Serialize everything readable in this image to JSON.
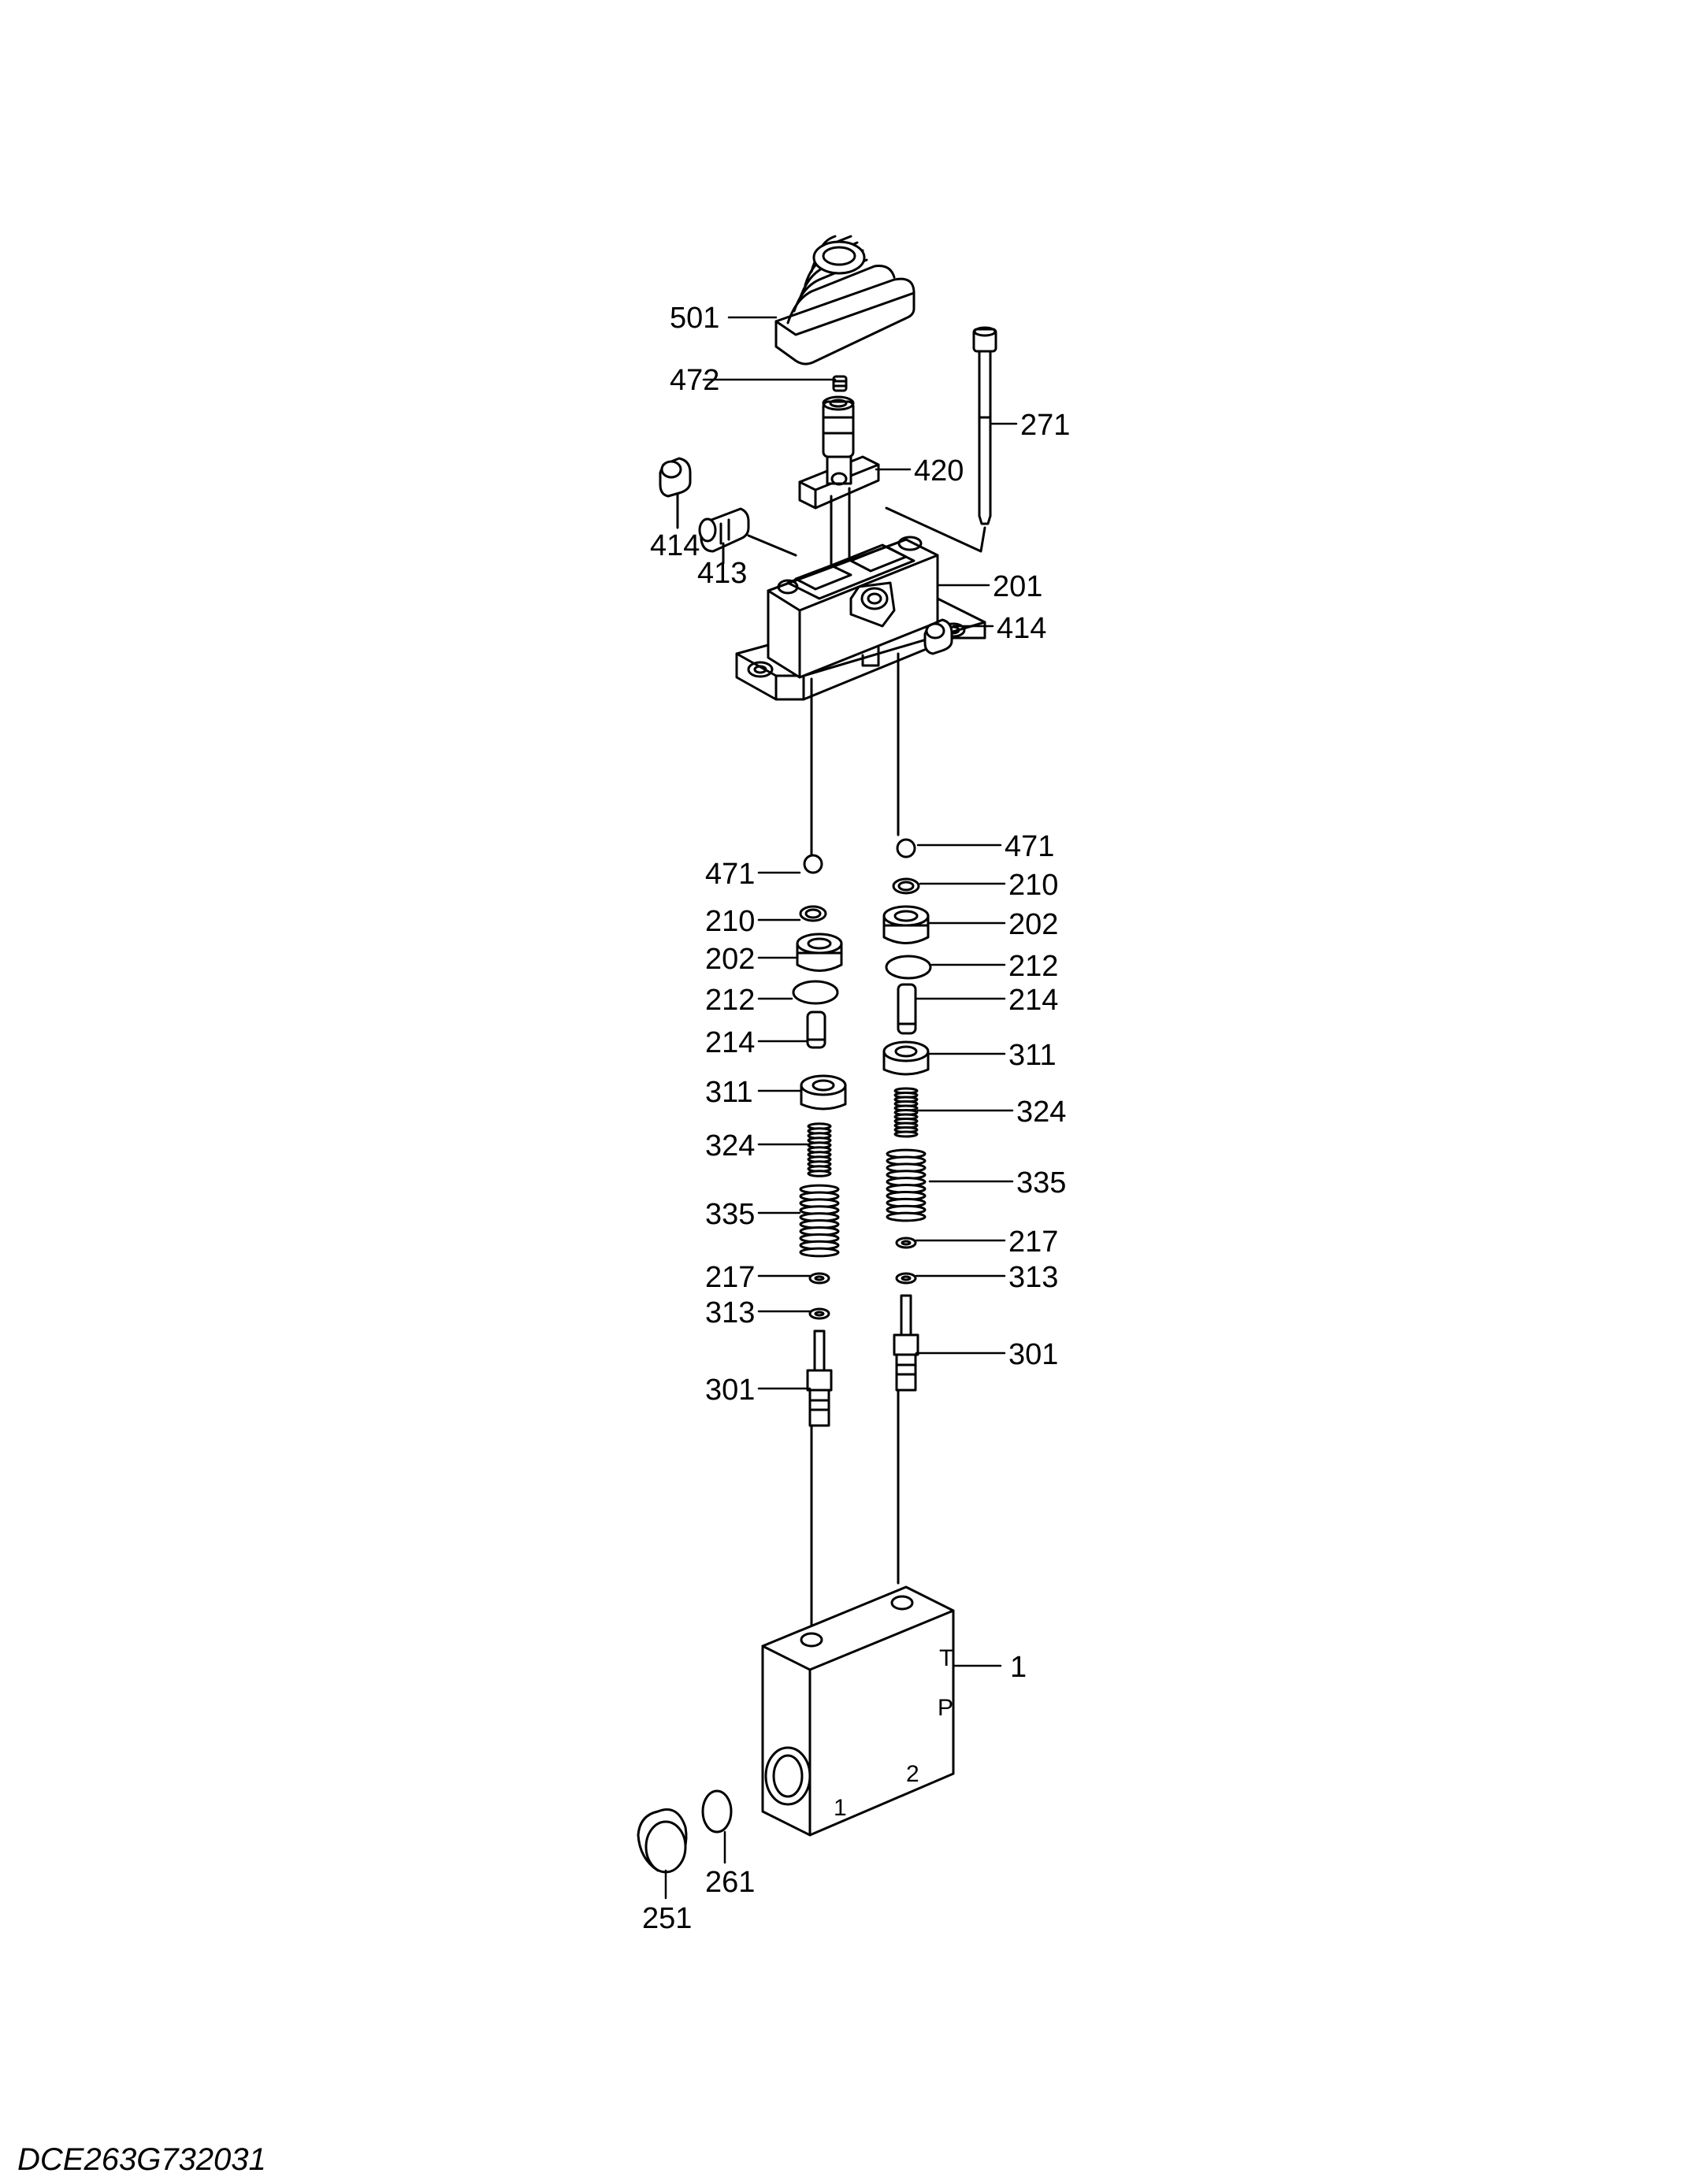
{
  "labels": {
    "l501": "501",
    "l472": "472",
    "l271": "271",
    "l420": "420",
    "l414a": "414",
    "l413": "413",
    "l201": "201",
    "l414b": "414",
    "l471a": "471",
    "l471b": "471",
    "l210a": "210",
    "l210b": "210",
    "l202a": "202",
    "l202b": "202",
    "l212a": "212",
    "l212b": "212",
    "l214a": "214",
    "l214b": "214",
    "l311a": "311",
    "l311b": "311",
    "l324a": "324",
    "l324b": "324",
    "l335a": "335",
    "l335b": "335",
    "l217a": "217",
    "l217b": "217",
    "l313a": "313",
    "l313b": "313",
    "l301a": "301",
    "l301b": "301",
    "l1": "1",
    "l251": "251",
    "l261": "261"
  },
  "body_marks": {
    "t": "T",
    "p": "P",
    "two": "2",
    "one": "1"
  },
  "drawing_code": "DCE263G732031"
}
